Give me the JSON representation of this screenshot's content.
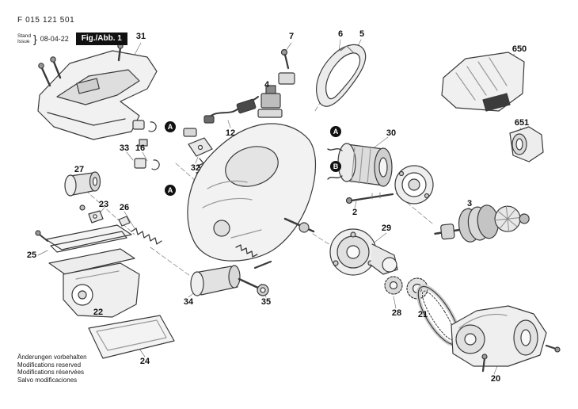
{
  "header": {
    "part_number": "F 015 121 501",
    "stand_label": "Stand",
    "issue_label": "Issue",
    "brace": "}",
    "date": "08-04-22",
    "figure_label": "Fig./Abb. 1"
  },
  "callouts": [
    "31",
    "7",
    "6",
    "5",
    "650",
    "4",
    "651",
    "12",
    "33",
    "16",
    "32",
    "30",
    "27",
    "23",
    "26",
    "2",
    "3",
    "25",
    "29",
    "22",
    "34",
    "35",
    "28",
    "21",
    "24",
    "20"
  ],
  "markers": [
    "A",
    "A",
    "A",
    "B"
  ],
  "footer": {
    "line1": "Änderungen vorbehalten",
    "line2": "Modifications reserved",
    "line3": "Modifications réservées",
    "line4": "Salvo modificaciones"
  },
  "colors": {
    "ink": "#1a1a1a",
    "figure_box_bg": "#111111",
    "figure_box_text": "#ffffff"
  }
}
